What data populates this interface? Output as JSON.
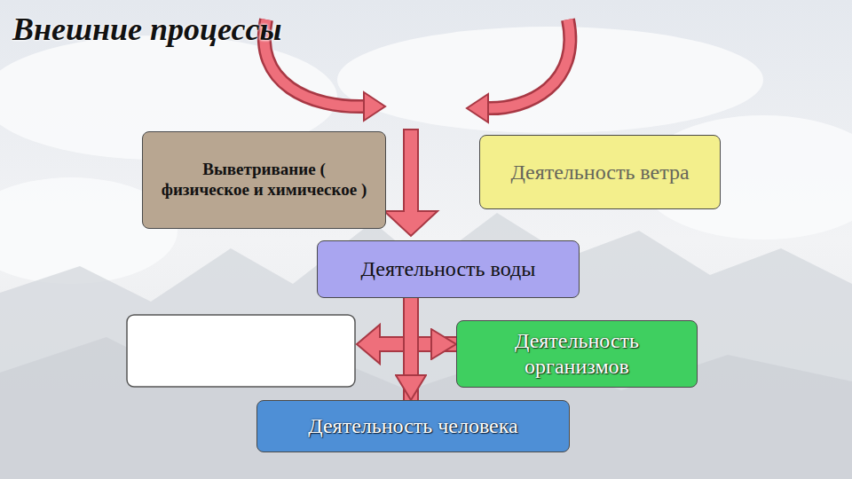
{
  "diagram": {
    "title": "Внешние процессы",
    "nodes": [
      {
        "text": [
          "Выветривание ( физическое и химическое )"
        ]
      },
      {
        "text": [
          "Деятельность ветра"
        ]
      },
      {
        "text": [
          "Деятельность воды"
        ]
      },
      {
        "text": [
          "Деятельность организмов"
        ]
      },
      {
        "text": [
          "Деятельность человека"
        ]
      }
    ],
    "edges": [
      {
        "from": 2,
        "to": 3,
        "arrow": "to"
      },
      {
        "from": 2,
        "to": 4,
        "arrow": "to"
      }
    ]
  }
}
